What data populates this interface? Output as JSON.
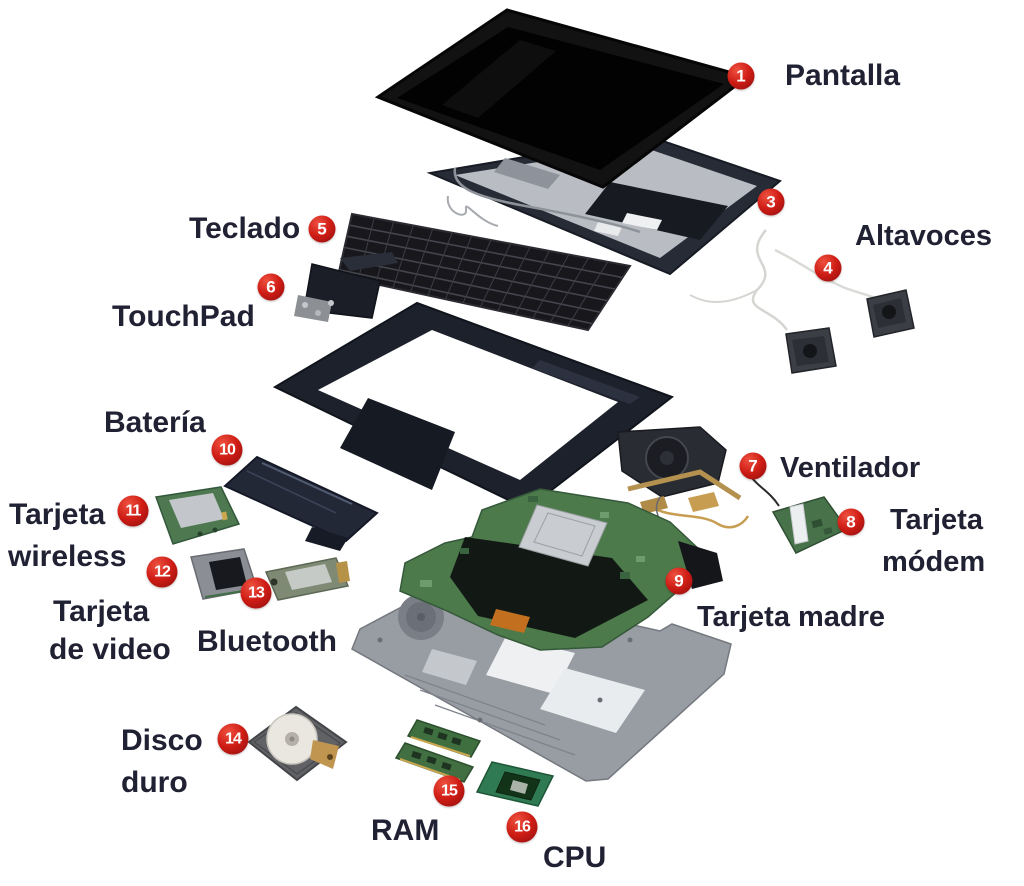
{
  "diagram_title": "",
  "colors": {
    "background": "#ffffff",
    "badge_red": "#cf1d15",
    "label_text": "#212134",
    "motherboard_green": "#4c7a4b",
    "case_gray": "#989ca3"
  },
  "text": {
    "pantalla": "Pantalla",
    "altavoces": "Altavoces",
    "teclado": "Teclado",
    "touchpad": "TouchPad",
    "ventilador": "Ventilador",
    "tarjeta_modem_l1": "Tarjeta",
    "tarjeta_modem_l2": "módem",
    "tarjeta_madre": "Tarjeta madre",
    "bateria": "Batería",
    "tarjeta_wireless_l1": "Tarjeta",
    "tarjeta_wireless_l2": "wireless",
    "tarjeta_video_l1": "Tarjeta",
    "tarjeta_video_l2": "de video",
    "bluetooth": "Bluetooth",
    "disco_duro_l1": "Disco",
    "disco_duro_l2": "duro",
    "ram": "RAM",
    "cpu": "CPU"
  },
  "badges": {
    "pantalla": "1",
    "cubierta": "3",
    "altavoces": "4",
    "teclado": "5",
    "touchpad": "6",
    "ventilador": "7",
    "tarjeta_modem": "8",
    "tarjeta_madre": "9",
    "bateria": "10",
    "tarjeta_wireless": "11",
    "tarjeta_video": "12",
    "bluetooth": "13",
    "disco_duro": "14",
    "ram": "15",
    "cpu": "16"
  }
}
